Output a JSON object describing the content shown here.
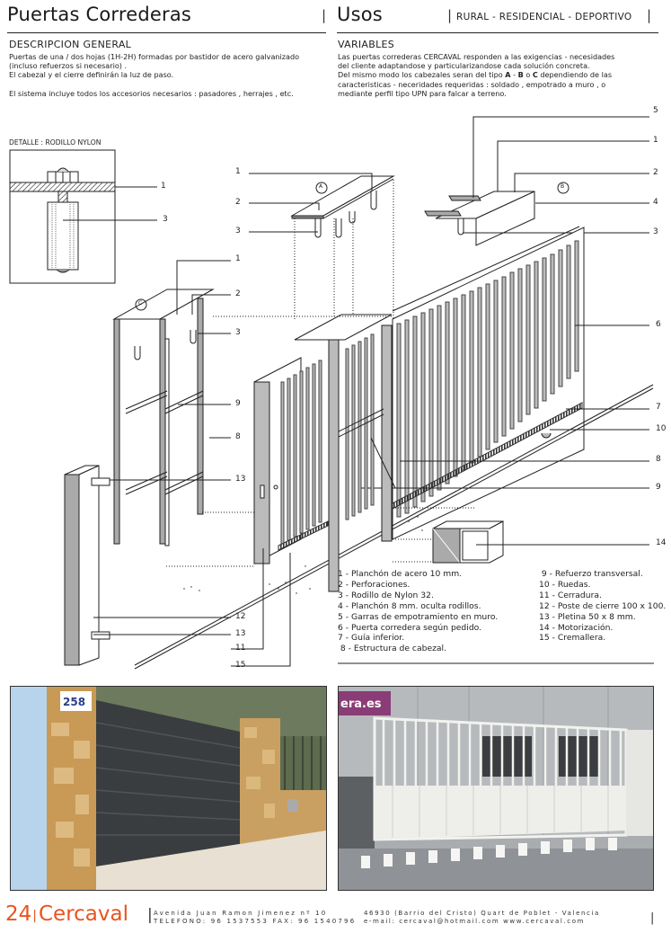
{
  "header": {
    "left_title": "Puertas Correderas",
    "right_title": "Usos",
    "uses": "RURAL - RESIDENCIAL - DEPORTIVO",
    "separator": "|"
  },
  "descripcion": {
    "heading": "DESCRIPCION GENERAL",
    "lines": [
      "Puertas de una / dos hojas (1H-2H) formadas por bastidor de acero galvanizado",
      "(incluso refuerzos si necesario) .",
      "El cabezal y el cierre definirán la luz de paso.",
      "El sistema incluye todos los accesorios necesarios : pasadores , herrajes , etc."
    ]
  },
  "variables": {
    "heading": "VARIABLES",
    "lines": [
      "Las puertas correderas  CERCAVAL responden a las exigencias - necesidades",
      "del cliente adaptandose y particularizandose cada solución concreta.",
      "Del mismo modo los cabezales seran del tipo ",
      "caracteristicas - neceridades requeridas : soldado , empotrado a muro , o",
      "mediante perfil tipo UPN para falcar a terreno."
    ],
    "type_a": "A",
    "type_sep1": " - ",
    "type_b": "B",
    "type_sep2": " o ",
    "type_c": "C",
    "line3_tail": "  dependiendo de las"
  },
  "detail": {
    "heading": "DETALLE : RODILLO NYLON",
    "callouts": [
      "1",
      "3"
    ]
  },
  "diagram": {
    "markers": {
      "a": "A",
      "b": "B",
      "c": "C"
    },
    "callouts_a": [
      "1",
      "2",
      "3"
    ],
    "callouts_c": [
      "1",
      "2",
      "3",
      "9",
      "8",
      "13"
    ],
    "callouts_right": [
      "5",
      "1",
      "2",
      "4",
      "3",
      "6",
      "7",
      "10",
      "8",
      "9",
      "14"
    ],
    "callouts_bottom": [
      "12",
      "13",
      "11",
      "15"
    ]
  },
  "legend": {
    "col1": [
      "1 - Planchón de acero 10 mm.",
      "2 - Perforaciones.",
      "3 - Rodillo de Nylon 32.",
      "4 - Planchón 8 mm. oculta rodillos.",
      "5 - Garras de empotramiento en muro.",
      "6 - Puerta corredera según pedido.",
      "7 - Guía inferior.",
      " 8 - Estructura de cabezal."
    ],
    "col2": [
      " 9 - Refuerzo transversal.",
      "10 - Ruedas.",
      "11 - Cerradura.",
      "12 - Poste de cierre 100 x 100.",
      "13 - Pletina 50 x 8 mm.",
      "14 - Motorización.",
      "15 - Cremallera."
    ]
  },
  "photos": {
    "left": {
      "house_number": "258",
      "description": "dark woven sliding gate between stone pillars"
    },
    "right": {
      "sign_text": "era.es",
      "description": "white sliding gate in front of industrial building"
    }
  },
  "footer": {
    "page_number": "24",
    "brand": "Cercaval",
    "address_line1": "Avenida  Juan  Ramon  Jimenez  nº 10",
    "address_line2": "TELEFONO: 96 1537553   FAX: 96 1540796",
    "city_line1": "46930  (Barrio del Cristo)  Quart de Poblet  - Valencia",
    "city_line2": "e-mail:  cercaval@hotmail.com        www.cercaval.com",
    "accent_color": "#e8541f"
  }
}
